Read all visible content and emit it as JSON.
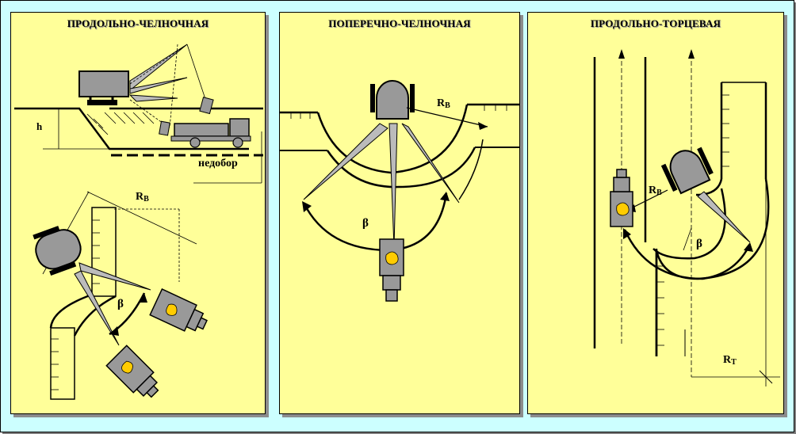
{
  "panels": [
    {
      "title": "ПРОДОЛЬНО-ЧЕЛНОЧНАЯ",
      "labels": {
        "h": "h",
        "nedobor": "недобор",
        "radius": "R",
        "radius_sub": "В",
        "angle": "β"
      }
    },
    {
      "title": "ПОПЕРЕЧНО-ЧЕЛНОЧНАЯ",
      "labels": {
        "radius": "R",
        "radius_sub": "В",
        "angle": "β"
      }
    },
    {
      "title": "ПРОДОЛЬНО-ТОРЦЕВАЯ",
      "labels": {
        "radius": "R",
        "radius_sub": "В",
        "angle": "β",
        "turn_radius": "R",
        "turn_radius_sub": "Т"
      }
    }
  ],
  "colors": {
    "background": "#ccffff",
    "panel": "#ffff99",
    "machine": "#999999",
    "load": "#ffcc00"
  }
}
